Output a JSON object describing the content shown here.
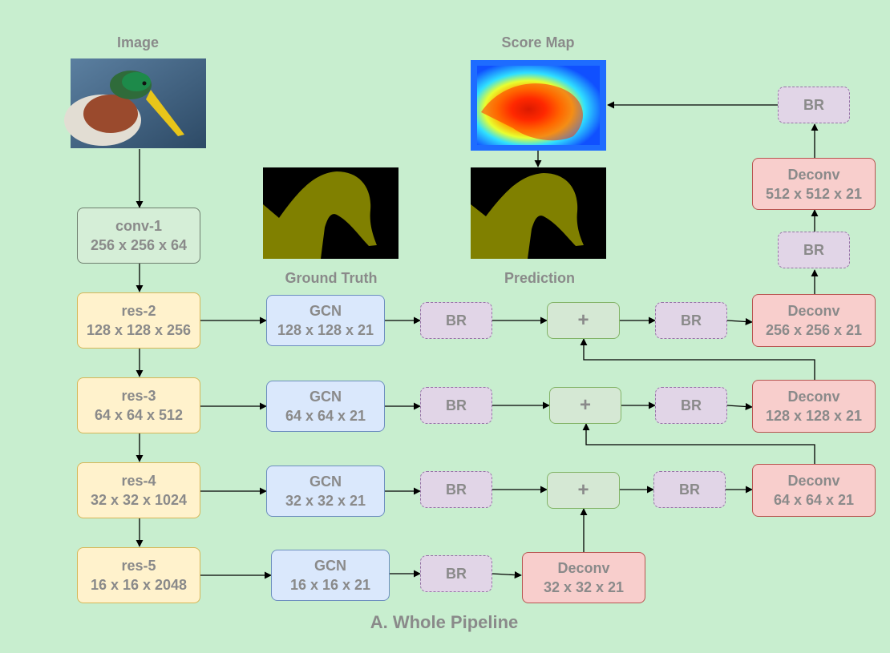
{
  "labels": {
    "image": "Image",
    "score_map": "Score Map",
    "ground_truth": "Ground Truth",
    "prediction": "Prediction",
    "caption": "A. Whole Pipeline"
  },
  "boxes": {
    "conv1": {
      "name": "conv-1",
      "dim": "256 x 256 x 64"
    },
    "res2": {
      "name": "res-2",
      "dim": "128 x 128 x 256"
    },
    "res3": {
      "name": "res-3",
      "dim": "64 x 64 x 512"
    },
    "res4": {
      "name": "res-4",
      "dim": "32 x 32 x 1024"
    },
    "res5": {
      "name": "res-5",
      "dim": "16 x 16 x 2048"
    },
    "gcn2": {
      "name": "GCN",
      "dim": "128 x 128 x 21"
    },
    "gcn3": {
      "name": "GCN",
      "dim": "64 x 64 x 21"
    },
    "gcn4": {
      "name": "GCN",
      "dim": "32 x 32 x 21"
    },
    "gcn5": {
      "name": "GCN",
      "dim": "16 x 16 x 21"
    },
    "deconv5": {
      "name": "Deconv",
      "dim": "32 x 32 x 21"
    },
    "deconv4": {
      "name": "Deconv",
      "dim": "64 x 64 x 21"
    },
    "deconv3": {
      "name": "Deconv",
      "dim": "128 x 128 x 21"
    },
    "deconv2": {
      "name": "Deconv",
      "dim": "256 x 256 x 21"
    },
    "deconv1": {
      "name": "Deconv",
      "dim": "512 x 512 x 21"
    }
  },
  "br_label": "BR",
  "plus_label": "+",
  "colors": {
    "background": "#c8eecf",
    "text": "#8a8a8a",
    "conv": "#d5eed7",
    "res": "#fff2cc",
    "gcn": "#dae8fc",
    "br": "#e1d5e7",
    "plus": "#d5e8d4",
    "deconv": "#f8cecc",
    "mask": "#808000"
  }
}
